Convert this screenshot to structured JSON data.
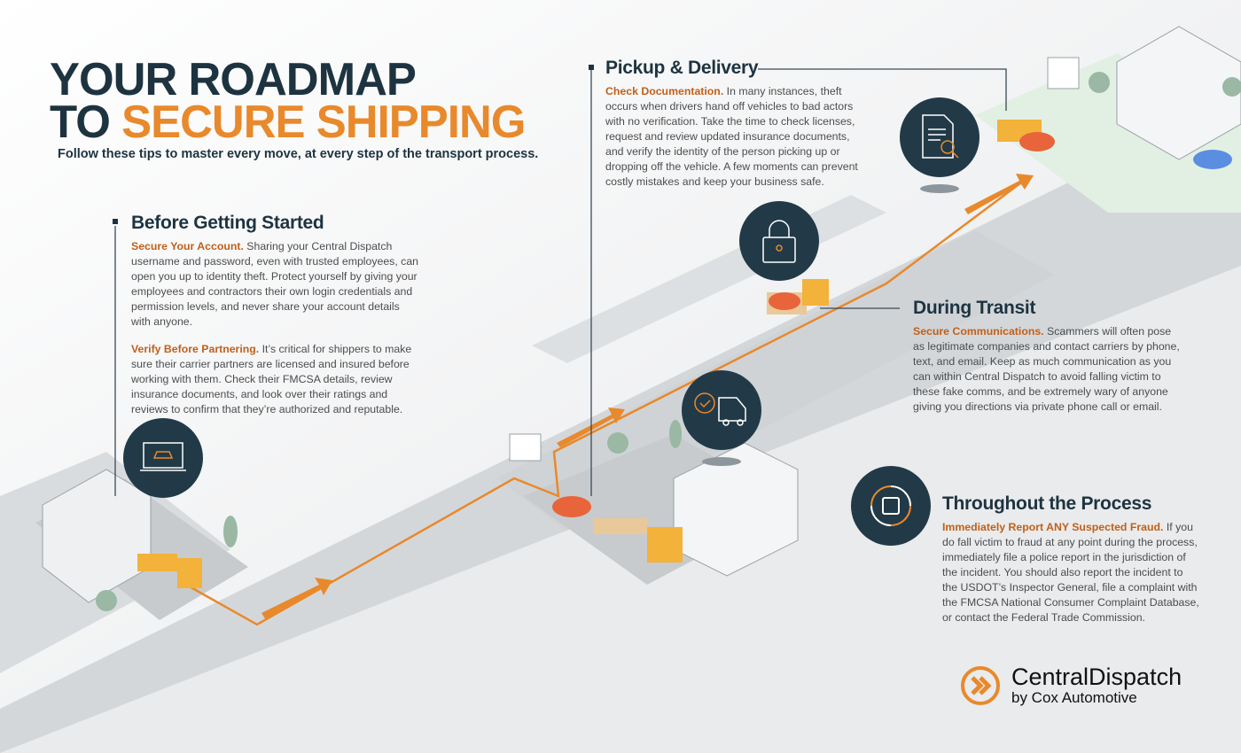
{
  "header": {
    "title_line1": "YOUR ROADMAP",
    "title_line2_prefix": "TO ",
    "title_line2_accent": "SECURE SHIPPING",
    "subtitle": "Follow these tips to master every move, at every step of the transport process."
  },
  "sections": {
    "before": {
      "heading": "Before Getting Started",
      "tips": [
        {
          "label": "Secure Your Account.",
          "text": " Sharing your Central Dispatch username and password, even with trusted employees, can open you up to identity theft. Protect yourself by giving your employees and contractors their own login credentials and permission levels, and never share your account details with anyone."
        },
        {
          "label": "Verify Before Partnering.",
          "text": " It’s critical for shippers to make sure their carrier partners are licensed and insured before working with them. Check their FMCSA details, review insurance documents, and look over their ratings and reviews to confirm that they’re authorized and reputable."
        }
      ]
    },
    "pickup": {
      "heading": "Pickup & Delivery",
      "tips": [
        {
          "label": "Check Documentation.",
          "text": " In many instances, theft occurs when drivers hand off vehicles to bad actors with no verification. Take the time to check licenses, request and review updated insurance documents, and verify the identity of the person picking up or dropping off the vehicle. A few moments can prevent costly mistakes and keep your business safe."
        }
      ]
    },
    "transit": {
      "heading": "During Transit",
      "tips": [
        {
          "label": "Secure Communications.",
          "text": " Scammers will often pose as legitimate companies and contact carriers by phone, text, and email. Keep as much communication as you can within Central Dispatch to avoid falling victim to these fake comms, and be extremely wary of anyone giving you directions via private phone call or email."
        }
      ]
    },
    "throughout": {
      "heading": "Throughout the Process",
      "tips": [
        {
          "label": "Immediately Report ANY Suspected Fraud.",
          "text": " If you do fall victim to fraud at any point during the process, immediately file a police report in the jurisdiction of the incident. You should also report the incident to the USDOT’s Inspector General, file a complaint with the FMCSA National Consumer Complaint Database, or contact the Federal Trade Commission."
        }
      ]
    }
  },
  "logo": {
    "name": "CentralDispatch",
    "tagline": "by Cox Automotive"
  },
  "colors": {
    "navy": "#1e3340",
    "orange": "#e8892c",
    "label_orange": "#c0601a",
    "icon_bg": "#223a47"
  }
}
